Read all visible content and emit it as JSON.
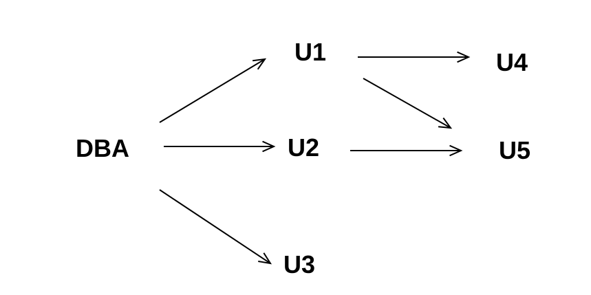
{
  "diagram": {
    "nodes": [
      {
        "id": "DBA",
        "label": "DBA"
      },
      {
        "id": "U1",
        "label": "U1"
      },
      {
        "id": "U2",
        "label": "U2"
      },
      {
        "id": "U3",
        "label": "U3"
      },
      {
        "id": "U4",
        "label": "U4"
      },
      {
        "id": "U5",
        "label": "U5"
      }
    ],
    "edges": [
      {
        "from": "DBA",
        "to": "U1"
      },
      {
        "from": "DBA",
        "to": "U2"
      },
      {
        "from": "DBA",
        "to": "U3"
      },
      {
        "from": "U1",
        "to": "U4"
      },
      {
        "from": "U1",
        "to": "U5"
      },
      {
        "from": "U2",
        "to": "U5"
      }
    ],
    "colors": {
      "background": "#ffffff",
      "stroke": "#000000",
      "text": "#000000"
    }
  }
}
